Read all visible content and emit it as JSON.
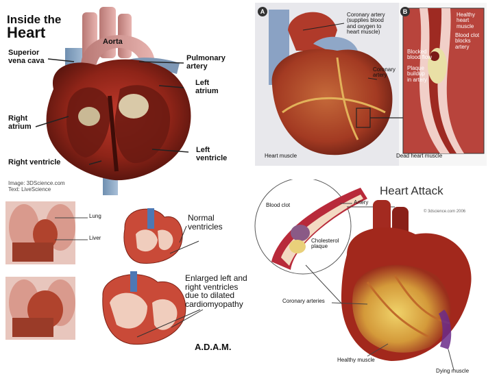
{
  "panel_inside": {
    "title_line1": "Inside the",
    "title_line2": "Heart",
    "labels": {
      "aorta": "Aorta",
      "superior_vena_cava": "Superior\nvena cava",
      "pulmonary_artery": "Pulmonary\nartery",
      "left_atrium": "Left\natrium",
      "right_atrium": "Right\natrium",
      "left_ventricle": "Left\nventricle",
      "right_ventricle": "Right ventricle"
    },
    "credit_image": "Image: 3DScience.com",
    "credit_text": "Text: LiveScience"
  },
  "panel_coronary": {
    "marker_a": "A",
    "marker_b": "B",
    "labels": {
      "coronary_artery_main": "Coronary artery\n(supplies blood\nand oxygen to\nheart muscle)",
      "coronary_artery": "Coronary\nartery",
      "heart_muscle": "Heart muscle",
      "dead_heart_muscle": "Dead heart muscle",
      "healthy_heart_muscle": "Healthy\nheart\nmuscle",
      "blood_clot_blocks_artery": "Blood clot\nblocks\nartery",
      "blocked_blood_flow": "Blocked\nblood flow",
      "plaque_buildup": "Plaque\nbuildup\nin artery"
    }
  },
  "panel_cardiomyopathy": {
    "labels": {
      "lung": "Lung",
      "liver": "Liver",
      "normal_ventricles": "Normal\nventricles",
      "enlarged": "Enlarged left and\nright ventricles\ndue to dilated\ncardiomyopathy"
    },
    "logo": "A.D.A.M."
  },
  "panel_attack": {
    "title": "Heart Attack",
    "credit": "© 3dscience.com 2006",
    "labels": {
      "blood_clot": "Blood clot",
      "artery": "Artery",
      "cholesterol_plaque": "Cholesterol\nplaque",
      "coronary_arteries": "Coronary arteries",
      "healthy_muscle": "Healthy muscle",
      "dying_muscle": "Dying muscle"
    }
  },
  "colors": {
    "heart_red": "#9b2418",
    "heart_dark": "#5e1510",
    "vessel_blue": "#7f9fbf",
    "aorta_pink": "#d9a3a0",
    "muscle_yellow": "#d8b44a",
    "purple": "#6b2a8a"
  }
}
